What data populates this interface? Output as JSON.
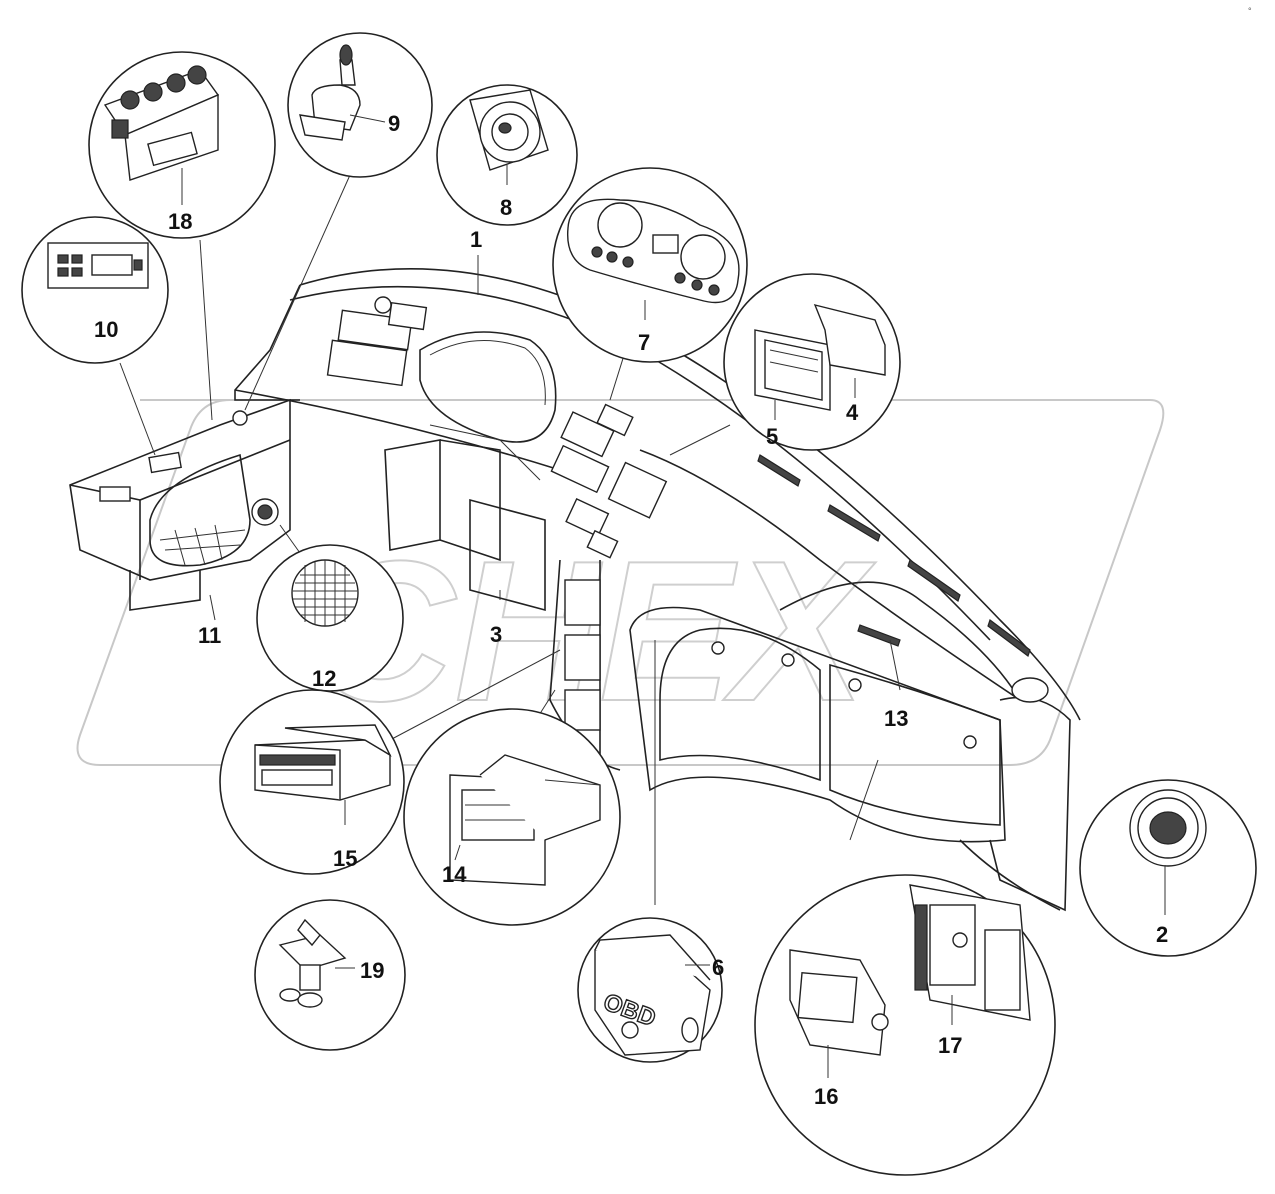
{
  "callouts": [
    {
      "id": "1",
      "text": "1"
    },
    {
      "id": "2",
      "text": "2"
    },
    {
      "id": "3",
      "text": "3"
    },
    {
      "id": "4",
      "text": "4"
    },
    {
      "id": "5",
      "text": "5"
    },
    {
      "id": "6",
      "text": "6"
    },
    {
      "id": "7",
      "text": "7"
    },
    {
      "id": "8",
      "text": "8"
    },
    {
      "id": "9",
      "text": "9"
    },
    {
      "id": "10",
      "text": "10"
    },
    {
      "id": "11",
      "text": "11"
    },
    {
      "id": "12",
      "text": "12"
    },
    {
      "id": "13",
      "text": "13"
    },
    {
      "id": "14",
      "text": "14"
    },
    {
      "id": "15",
      "text": "15"
    },
    {
      "id": "16",
      "text": "16"
    },
    {
      "id": "17",
      "text": "17"
    },
    {
      "id": "18",
      "text": "18"
    },
    {
      "id": "19",
      "text": "19"
    }
  ],
  "part_text": {
    "obd": "OBD"
  },
  "watermark": "CHEX",
  "corner_mark": "°"
}
